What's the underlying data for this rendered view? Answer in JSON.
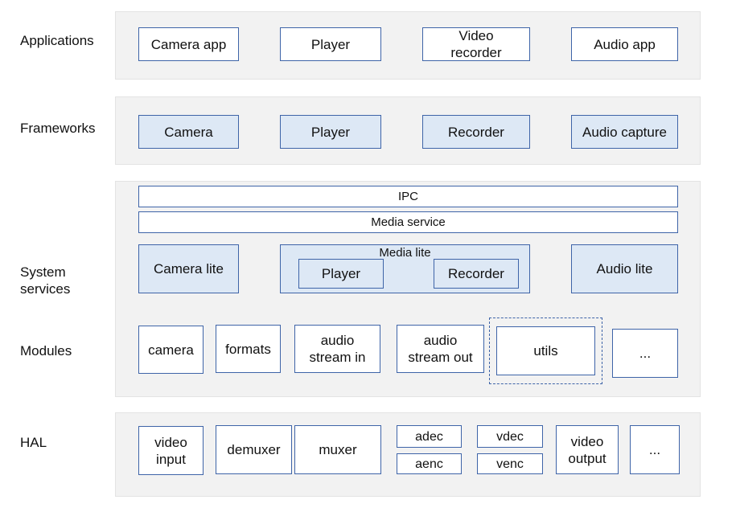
{
  "layers": {
    "applications": "Applications",
    "frameworks": "Frameworks",
    "system_services": "System\nservices",
    "modules": "Modules",
    "hal": "HAL"
  },
  "applications": [
    "Camera app",
    "Player",
    "Video\nrecorder",
    "Audio app"
  ],
  "frameworks": [
    "Camera",
    "Player",
    "Recorder",
    "Audio capture"
  ],
  "services": {
    "ipc": "IPC",
    "media_service": "Media service",
    "camera_lite": "Camera lite",
    "media_lite": "Media lite",
    "media_lite_player": "Player",
    "media_lite_recorder": "Recorder",
    "audio_lite": "Audio lite"
  },
  "modules": [
    "camera",
    "formats",
    "audio\nstream in",
    "audio\nstream out",
    "utils",
    "..."
  ],
  "hal": {
    "video_input": "video\ninput",
    "demuxer": "demuxer",
    "muxer": "muxer",
    "adec": "adec",
    "aenc": "aenc",
    "vdec": "vdec",
    "venc": "venc",
    "video_output": "video\noutput",
    "more": "..."
  }
}
